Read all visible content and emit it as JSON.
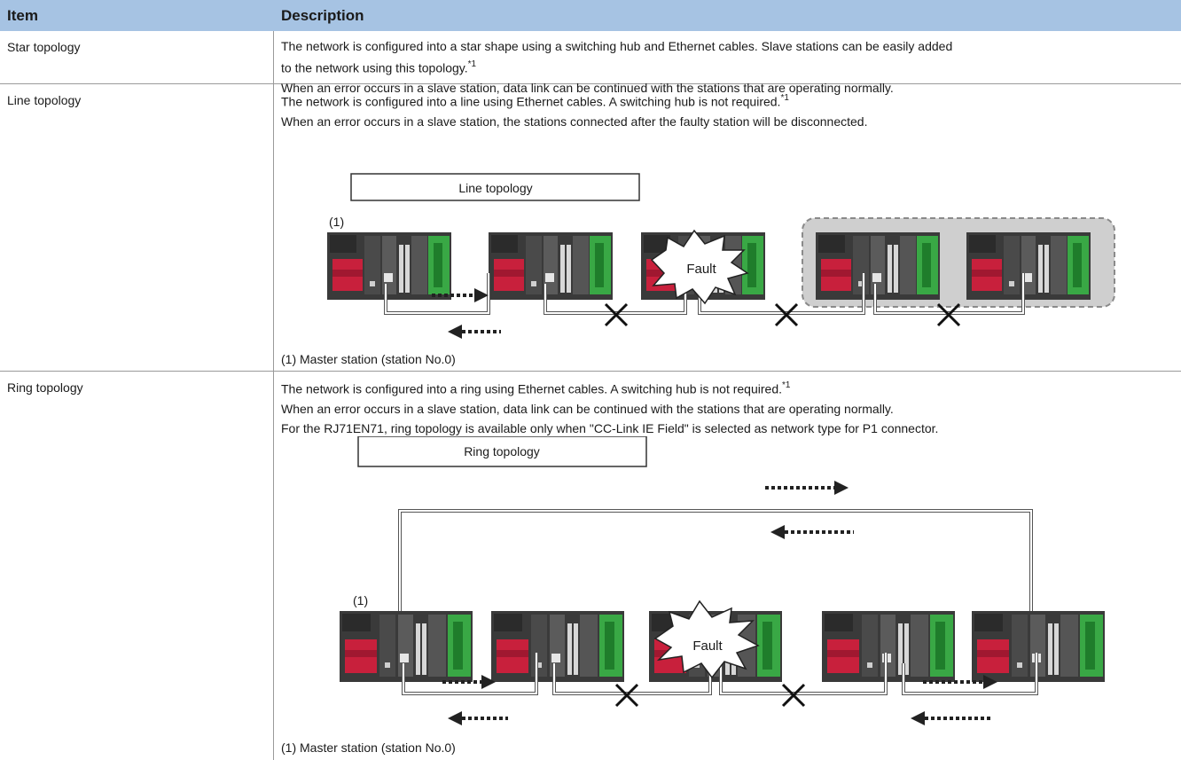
{
  "header": {
    "item": "Item",
    "description": "Description"
  },
  "rows": [
    {
      "item": "Star topology",
      "lines": [
        "The network is configured into a star shape using a switching hub and Ethernet cables. Slave stations can be easily added",
        "to the network using this topology.",
        "When an error occurs in a slave station, data link can be continued with the stations that are operating normally."
      ],
      "footnote": "*1"
    },
    {
      "item": "Line topology",
      "lines": [
        "The network is configured into a line using Ethernet cables. A switching hub is not required.",
        "When an error occurs in a slave station, the stations connected after the faulty station will be disconnected."
      ],
      "footnote": "*1",
      "diagram": {
        "title": "Line topology",
        "marker": "(1)",
        "fault": "Fault",
        "caption": "(1)  Master station (station No.0)"
      }
    },
    {
      "item": "Ring topology",
      "lines": [
        "The network is configured into a ring using Ethernet cables. A switching hub is not required.",
        "When an error occurs in a slave station, data link can be continued with the stations that are operating normally.",
        "For the RJ71EN71, ring topology is available only when \"CC-Link IE Field\" is selected as network type for P1 connector."
      ],
      "footnote": "*1",
      "diagram": {
        "title": "Ring topology",
        "marker": "(1)",
        "fault": "Fault",
        "caption": "(1)  Master station (station No.0)"
      }
    }
  ]
}
